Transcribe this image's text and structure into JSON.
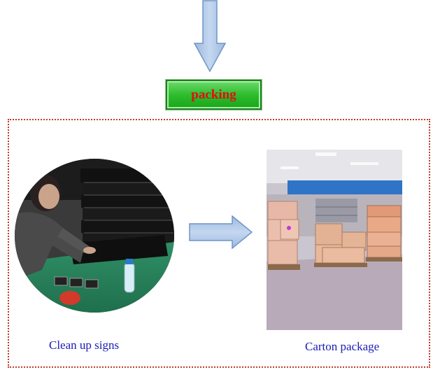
{
  "flow": {
    "step_label": "packing",
    "left_caption": "Clean up signs",
    "right_caption": "Carton package"
  },
  "colors": {
    "arrow_fill": "#a9c4e6",
    "arrow_stroke": "#6f95c5",
    "label_green": "#2ebd2e",
    "label_text": "#e01010",
    "frame_border": "#c0392b",
    "caption_text": "#1b1bb5"
  }
}
